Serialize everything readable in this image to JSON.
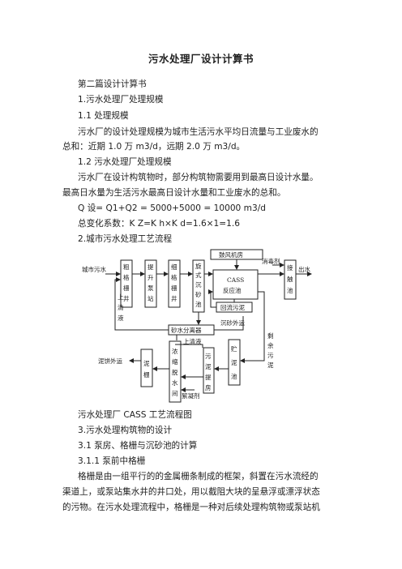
{
  "doc": {
    "title": "污水处理厂设计计算书",
    "lines": {
      "l1": "第二篇设计计算书",
      "l2": "1.污水处理厂处理规模",
      "l3": "1.1 处理规模",
      "p1a": "污水厂的设计处理规模为城市生活污水平均日流量与工业废水的",
      "p1b": "总和：近期 1.0 万 m3/d，远期 2.0 万 m3/d。",
      "l4": "1.2 污水处理厂处理规模",
      "p2a": "污水厂在设计构筑物时，部分构筑物需要用到最高日设计水量。",
      "p2b": "最高日水量为生活污水最高日设计水量和工业废水的总和。",
      "l5": "Q 设= Q1+Q2 = 5000+5000 = 10000 m3/d",
      "l6": "总变化系数：K Z=K h×K d=1.6×1=1.6",
      "l7": "2.城市污水处理工艺流程",
      "caption": "污水处理厂 CASS 工艺流程图",
      "l8": "3.污水处理构筑物的设计",
      "l9": "3.1 泵房、格栅与沉砂池的计算",
      "l10": "3.1.1 泵前中格栅",
      "p3a": "格栅是由一组平行的的金属栅条制成的框架，斜置在污水流经的",
      "p3b": "渠道上，或泵站集水井的井口处，用以截阻大块的呈悬浮或漂浮状态",
      "p3c": "的污物。在污水处理流程中，格栅是一种对后续处理构筑物或泵站机"
    }
  },
  "diagram": {
    "inlet": "城市污水",
    "coarse_screen": [
      "粗",
      "格",
      "栅",
      "井"
    ],
    "pump": [
      "提",
      "升",
      "泵",
      "站"
    ],
    "fine_screen": [
      "细",
      "格",
      "栅",
      "井"
    ],
    "grit": [
      "旋",
      "式",
      "沉",
      "砂",
      "池"
    ],
    "blower": "鼓风机房",
    "cass": [
      "CASS",
      "反应池"
    ],
    "return_sludge": "回流污泥",
    "disinfect_agent": "消毒剂",
    "contact": [
      "接",
      "触",
      "池"
    ],
    "outlet": "出水",
    "supernatant_left": [
      "上",
      "清",
      "液"
    ],
    "sand_separator": "砂水分离器",
    "sand_out": "沉砂外运",
    "excess_sludge": [
      "剩",
      "余",
      "污",
      "泥"
    ],
    "supernatant_mid": "上清液",
    "dewater": [
      "浓",
      "缩",
      "脱",
      "水",
      "间"
    ],
    "thickener": [
      "污",
      "泥",
      "提",
      "房"
    ],
    "storage": [
      "贮",
      "泥",
      "池"
    ],
    "cake_out": "泥饼外运",
    "cake": [
      "泥",
      "棚"
    ],
    "flocculant": "絮凝剂"
  }
}
